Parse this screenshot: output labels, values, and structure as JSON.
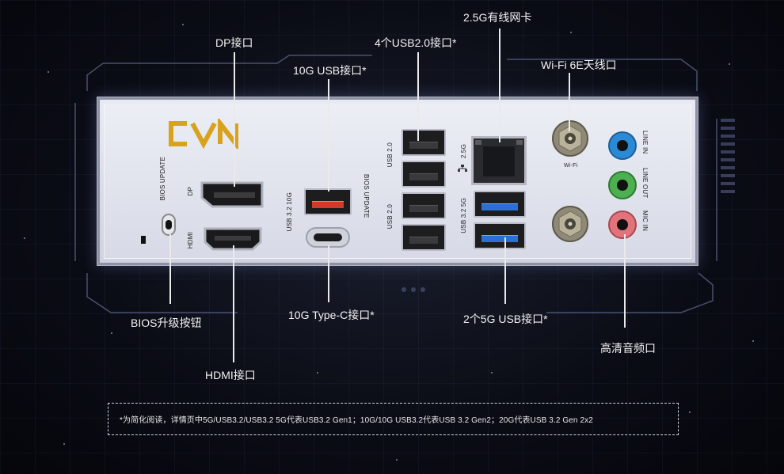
{
  "logo_text": "CVN",
  "annotations": {
    "dp": "DP接口",
    "usb10g": "10G USB接口*",
    "usb20": "4个USB2.0接口*",
    "lan": "2.5G有线网卡",
    "wifi": "Wi-Fi 6E天线口",
    "bios_button": "BIOS升级按钮",
    "hdmi": "HDMI接口",
    "typec": "10G Type-C接口*",
    "usb5g": "2个5G USB接口*",
    "audio": "高清音频口"
  },
  "panel_labels": {
    "bios_update_left": "BIOS UPDATE",
    "dp": "DP",
    "hdmi": "HDMI",
    "usb32_10g": "USB 3.2 10G",
    "bios_update_right": "BIOS UPDATE",
    "usb20_top": "USB 2.0",
    "usb20_bottom": "USB 2.0",
    "lan_25g": "2.5G",
    "usb32_5g": "USB 3.2 5G",
    "wifi": "Wi-Fi",
    "line_in": "LINE IN",
    "line_out": "LINE OUT",
    "mic_in": "MIC IN"
  },
  "footnote": "*为简化阅读，详情页中5G/USB3.2/USB3.2 5G代表USB3.2 Gen1；10G/10G USB3.2代表USB 3.2 Gen2；20G代表USB 3.2 Gen 2x2",
  "colors": {
    "logo_gold": "#d9a21c",
    "usb_blue": "#2c6fd6",
    "usb_red": "#d23a2a",
    "audio_blue": "#2a8ad6",
    "audio_green": "#4caf50",
    "audio_pink": "#e2737c"
  }
}
